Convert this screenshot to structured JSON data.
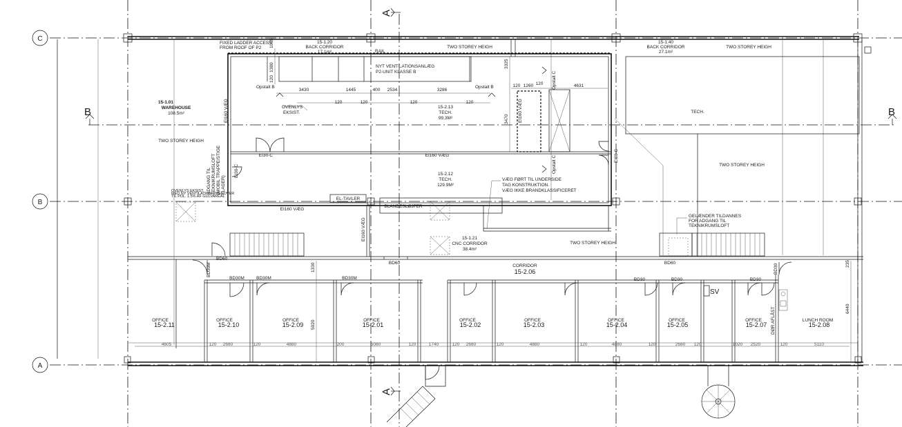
{
  "grid": {
    "rows": [
      "C",
      "B",
      "A"
    ],
    "section_a": "A",
    "section_b": "B"
  },
  "rooms": {
    "warehouse": {
      "id": "15-1.01",
      "name": "WAREHOUSE",
      "area": "108.5m²"
    },
    "back_corridor_1": {
      "id": "15-1.20",
      "name": "BACK CORRIDOR",
      "area": "17.1m²"
    },
    "back_corridor_2": {
      "id": "15-1.40",
      "name": "BACK CORRIDOR",
      "area": "27.1m²"
    },
    "tech_213": {
      "id": "15-2.13",
      "name": "TECH.",
      "area": "99.3M²"
    },
    "tech_212": {
      "id": "15-2.12",
      "name": "TECH.",
      "area": "129.9M²"
    },
    "tech_right": {
      "name": "TECH."
    },
    "cnc_corridor": {
      "id": "15-1.21",
      "name": "CNC CORRIDOR",
      "area": "38.4m²"
    },
    "corridor": {
      "name": "CORRIDOR",
      "id": "15-2.06"
    },
    "offices": [
      {
        "label": "OFFICE",
        "id": "15-2.11"
      },
      {
        "label": "OFFICE",
        "id": "15-2.10"
      },
      {
        "label": "OFFICE",
        "id": "15-2.09"
      },
      {
        "label": "OFFICE",
        "id": "15-2.01"
      },
      {
        "label": "OFFICE",
        "id": "15-2.02"
      },
      {
        "label": "OFFICE",
        "id": "15-2.03"
      },
      {
        "label": "OFFICE",
        "id": "15-2.04"
      },
      {
        "label": "OFFICE",
        "id": "15-2.05"
      },
      {
        "label": "OFFICE",
        "id": "15-2.07"
      }
    ],
    "lunch_room": {
      "name": "LUNCH ROOM",
      "id": "15-2.08"
    }
  },
  "notes": {
    "fixed_ladder_1": "FIXED LADDER ACCESS",
    "fixed_ladder_2": "FROM ROOF OF P2",
    "rail": "RAIL",
    "two_storey": "TWO STOREY HEIGH",
    "ventilation_1": "NYT VENTILATIONSANLÆG",
    "ventilation_2": "P2-UNIT KLASSE B",
    "opstalt_b": "Opstalt B",
    "opstalt_c": "Opstalt C",
    "ovenlys_1": "OVENLYS",
    "ovenlys_2": "EKSIST.",
    "ei160_vaeg": "EI160 VÆG",
    "ei30c": "EI30-C",
    "adgang": [
      "ADGANG TIL",
      "TEKNIKRUMSLOFT",
      "(MOBIL TRAPPE/STIGE",
      "I LAGER)"
    ],
    "el_tavler": "EL-TAVLER",
    "blandesloejfer": "BLANDESLØJFER",
    "vaeg_foert": [
      "VÆG FØRT TIL UNDERSIDE",
      "TAG KONSTRUKTION.",
      "VÆG IKKE BRANDKLASSIFICERET"
    ],
    "gelaender": [
      "GELÆNDER TILDANNES",
      "FOR ADGANG TIL",
      "TEKNIKRUMSLOFT"
    ],
    "bd60": "BD60",
    "bd30": "BD30",
    "bd30m": "BD30M",
    "sv": "SV",
    "dor_aflast": "DØR AFLÅST",
    "small_note": [
      "OVENLYS EKSIST.",
      "MED NY VENTILATION OVENOVER",
      "TIL PDL. 1.5% AF GULVAREAL"
    ]
  },
  "dims": {
    "top": [
      "3430",
      "1445",
      "400",
      "2534",
      "3286"
    ],
    "top120": "120",
    "right_top": [
      "1260",
      "4631"
    ],
    "vertical": [
      "1380",
      "3325",
      "3470",
      "5020",
      "1330",
      "6440",
      "235",
      "1065"
    ],
    "bottom": [
      "4605",
      "120",
      "2680",
      "120",
      "4880",
      "200",
      "5080",
      "120",
      "1740",
      "120",
      "2680",
      "120",
      "4880",
      "120",
      "4880",
      "120",
      "2680",
      "120",
      "1020",
      "2520",
      "120",
      "5110"
    ]
  }
}
